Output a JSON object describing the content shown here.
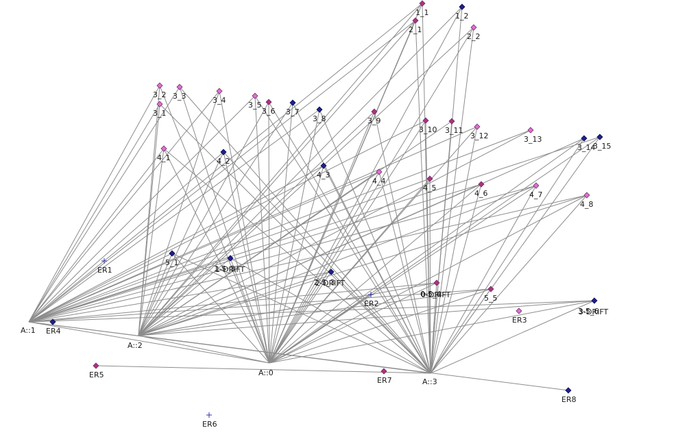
{
  "colors": {
    "edge": "#8c8c8c",
    "label": "#1a1a1a",
    "dark_marker": "#20208c",
    "pink_marker": "#e070d0",
    "magenta_marker": "#b03080",
    "cross_marker": "#3030a0"
  },
  "nodes": [
    {
      "id": "A1",
      "label": "A::1",
      "style": "anchor"
    },
    {
      "id": "A2",
      "label": "A::2",
      "style": "anchor"
    },
    {
      "id": "A0",
      "label": "A::0",
      "style": "anchor"
    },
    {
      "id": "A3",
      "label": "A::3",
      "style": "anchor"
    },
    {
      "id": "n1_1",
      "label": "1_1",
      "style": "magenta"
    },
    {
      "id": "n1_2",
      "label": "1_2",
      "style": "dark"
    },
    {
      "id": "n2_1",
      "label": "2_1",
      "style": "magenta"
    },
    {
      "id": "n2_2",
      "label": "2_2",
      "style": "pink"
    },
    {
      "id": "n3_2",
      "label": "3_2",
      "style": "pink"
    },
    {
      "id": "n3_3",
      "label": "3_3",
      "style": "pink"
    },
    {
      "id": "n3_1",
      "label": "3_1",
      "style": "pink"
    },
    {
      "id": "n3_4",
      "label": "3_4",
      "style": "pink"
    },
    {
      "id": "n3_5",
      "label": "3_5",
      "style": "pink"
    },
    {
      "id": "n3_6",
      "label": "3_6",
      "style": "magenta"
    },
    {
      "id": "n3_7",
      "label": "3_7",
      "style": "dark"
    },
    {
      "id": "n3_8",
      "label": "3_8",
      "style": "dark"
    },
    {
      "id": "n3_9",
      "label": "3_9",
      "style": "magenta"
    },
    {
      "id": "n3_10",
      "label": "3_10",
      "style": "magenta"
    },
    {
      "id": "n3_11",
      "label": "3_11",
      "style": "magenta"
    },
    {
      "id": "n3_12",
      "label": "3_12",
      "style": "pink"
    },
    {
      "id": "n3_13",
      "label": "3_13",
      "style": "pink"
    },
    {
      "id": "n3_14",
      "label": "3_14",
      "style": "dark"
    },
    {
      "id": "n3_15",
      "label": "3_15",
      "style": "dark"
    },
    {
      "id": "n4_1",
      "label": "4_1",
      "style": "pink"
    },
    {
      "id": "n4_2",
      "label": "4_2",
      "style": "dark"
    },
    {
      "id": "n4_3",
      "label": "4_3",
      "style": "dark"
    },
    {
      "id": "n4_4",
      "label": "4_4",
      "style": "pink"
    },
    {
      "id": "n4_5",
      "label": "4_5",
      "style": "magenta"
    },
    {
      "id": "n4_6",
      "label": "4_6",
      "style": "magenta"
    },
    {
      "id": "n4_7",
      "label": "4_7",
      "style": "pink"
    },
    {
      "id": "n4_8",
      "label": "4_8",
      "style": "pink"
    },
    {
      "id": "n5_1",
      "label": "5_1",
      "style": "dark"
    },
    {
      "id": "n1_5",
      "label": "1-5_3",
      "style": "dark"
    },
    {
      "id": "n1d",
      "label": "1-DRIFT",
      "style": "none"
    },
    {
      "id": "n2_5",
      "label": "2-5_3",
      "style": "dark"
    },
    {
      "id": "n2d",
      "label": "2-DRIFT",
      "style": "none"
    },
    {
      "id": "n0_5",
      "label": "0-5_4",
      "style": "magenta"
    },
    {
      "id": "n0d",
      "label": "0-DRIFT",
      "style": "none"
    },
    {
      "id": "n5_5",
      "label": "5_5",
      "style": "magenta"
    },
    {
      "id": "n3_5b",
      "label": "3-5_6",
      "style": "dark"
    },
    {
      "id": "n3d",
      "label": "3-DRIFT",
      "style": "none"
    },
    {
      "id": "ER1",
      "label": "ER1",
      "style": "cross"
    },
    {
      "id": "ER2",
      "label": "ER2",
      "style": "cross"
    },
    {
      "id": "ER3",
      "label": "ER3",
      "style": "pink"
    },
    {
      "id": "ER4",
      "label": "ER4",
      "style": "dark"
    },
    {
      "id": "ER5",
      "label": "ER5",
      "style": "magenta"
    },
    {
      "id": "ER6",
      "label": "ER6",
      "style": "cross"
    },
    {
      "id": "ER7",
      "label": "ER7",
      "style": "magenta"
    },
    {
      "id": "ER8",
      "label": "ER8",
      "style": "dark"
    }
  ],
  "edges": [
    [
      "A1",
      "A3"
    ],
    [
      "A1",
      "A0"
    ],
    [
      "A1",
      "ER8"
    ],
    [
      "A2",
      "A3"
    ],
    [
      "A2",
      "A0"
    ],
    [
      "ER5",
      "A3"
    ],
    [
      "A1",
      "n1_1"
    ],
    [
      "A1",
      "n2_1"
    ],
    [
      "A1",
      "n3_2"
    ],
    [
      "A1",
      "n3_3"
    ],
    [
      "A1",
      "n3_1"
    ],
    [
      "A1",
      "n3_4"
    ],
    [
      "A1",
      "n3_5"
    ],
    [
      "A1",
      "n3_8"
    ],
    [
      "A1",
      "n3_10"
    ],
    [
      "A1",
      "n3_12"
    ],
    [
      "A1",
      "n3_13"
    ],
    [
      "A1",
      "n4_1"
    ],
    [
      "A1",
      "n4_2"
    ],
    [
      "A1",
      "n4_3"
    ],
    [
      "A1",
      "n4_4"
    ],
    [
      "A1",
      "n4_5"
    ],
    [
      "A1",
      "n4_6"
    ],
    [
      "A1",
      "n4_7"
    ],
    [
      "A1",
      "n4_8"
    ],
    [
      "A1",
      "n5_1"
    ],
    [
      "A1",
      "n1_5"
    ],
    [
      "A1",
      "n2_5"
    ],
    [
      "A1",
      "n0_5"
    ],
    [
      "A1",
      "n5_5"
    ],
    [
      "A1",
      "n3_5b"
    ],
    [
      "A1",
      "n3_15"
    ],
    [
      "A2",
      "n1_1"
    ],
    [
      "A2",
      "n1_2"
    ],
    [
      "A2",
      "n2_1"
    ],
    [
      "A2",
      "n2_2"
    ],
    [
      "A2",
      "n3_2"
    ],
    [
      "A2",
      "n3_1"
    ],
    [
      "A2",
      "n3_4"
    ],
    [
      "A2",
      "n3_6"
    ],
    [
      "A2",
      "n3_7"
    ],
    [
      "A2",
      "n3_9"
    ],
    [
      "A2",
      "n3_11"
    ],
    [
      "A2",
      "n3_13"
    ],
    [
      "A2",
      "n3_14"
    ],
    [
      "A2",
      "n4_1"
    ],
    [
      "A2",
      "n4_2"
    ],
    [
      "A2",
      "n4_4"
    ],
    [
      "A2",
      "n4_6"
    ],
    [
      "A2",
      "n4_7"
    ],
    [
      "A2",
      "n4_8"
    ],
    [
      "A2",
      "n5_1"
    ],
    [
      "A2",
      "n1_5"
    ],
    [
      "A2",
      "n2_5"
    ],
    [
      "A2",
      "n0_5"
    ],
    [
      "A2",
      "n5_5"
    ],
    [
      "A2",
      "n3_5b"
    ],
    [
      "A2",
      "ER2"
    ],
    [
      "A0",
      "n1_1"
    ],
    [
      "A0",
      "n1_2"
    ],
    [
      "A0",
      "n2_1"
    ],
    [
      "A0",
      "n2_2"
    ],
    [
      "A0",
      "n3_2"
    ],
    [
      "A0",
      "n3_3"
    ],
    [
      "A0",
      "n3_4"
    ],
    [
      "A0",
      "n3_5"
    ],
    [
      "A0",
      "n3_6"
    ],
    [
      "A0",
      "n3_7"
    ],
    [
      "A0",
      "n3_8"
    ],
    [
      "A0",
      "n3_9"
    ],
    [
      "A0",
      "n3_10"
    ],
    [
      "A0",
      "n3_12"
    ],
    [
      "A0",
      "n3_14"
    ],
    [
      "A0",
      "n3_15"
    ],
    [
      "A0",
      "n4_1"
    ],
    [
      "A0",
      "n4_2"
    ],
    [
      "A0",
      "n4_3"
    ],
    [
      "A0",
      "n4_4"
    ],
    [
      "A0",
      "n4_5"
    ],
    [
      "A0",
      "n4_6"
    ],
    [
      "A0",
      "n4_7"
    ],
    [
      "A0",
      "n4_8"
    ],
    [
      "A0",
      "n5_1"
    ],
    [
      "A0",
      "n1_5"
    ],
    [
      "A0",
      "n2_5"
    ],
    [
      "A0",
      "n0_5"
    ],
    [
      "A0",
      "n5_5"
    ],
    [
      "A0",
      "n3_5b"
    ],
    [
      "A0",
      "ER2"
    ],
    [
      "A3",
      "n1_1"
    ],
    [
      "A3",
      "n1_2"
    ],
    [
      "A3",
      "n2_1"
    ],
    [
      "A3",
      "n2_2"
    ],
    [
      "A3",
      "n3_1"
    ],
    [
      "A3",
      "n3_3"
    ],
    [
      "A3",
      "n3_5"
    ],
    [
      "A3",
      "n3_6"
    ],
    [
      "A3",
      "n3_7"
    ],
    [
      "A3",
      "n3_8"
    ],
    [
      "A3",
      "n3_9"
    ],
    [
      "A3",
      "n3_10"
    ],
    [
      "A3",
      "n3_11"
    ],
    [
      "A3",
      "n3_12"
    ],
    [
      "A3",
      "n3_14"
    ],
    [
      "A3",
      "n3_15"
    ],
    [
      "A3",
      "n4_1"
    ],
    [
      "A3",
      "n4_2"
    ],
    [
      "A3",
      "n4_3"
    ],
    [
      "A3",
      "n4_4"
    ],
    [
      "A3",
      "n4_5"
    ],
    [
      "A3",
      "n4_6"
    ],
    [
      "A3",
      "n4_7"
    ],
    [
      "A3",
      "n4_8"
    ],
    [
      "A3",
      "n5_1"
    ],
    [
      "A3",
      "n1_5"
    ],
    [
      "A3",
      "n2_5"
    ],
    [
      "A3",
      "n0_5"
    ],
    [
      "A3",
      "n5_5"
    ],
    [
      "A3",
      "n3_5b"
    ]
  ]
}
